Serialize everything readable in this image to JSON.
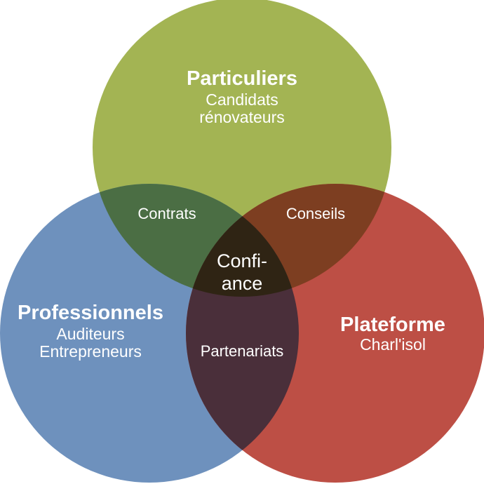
{
  "colors": {
    "particuliers": "#a3b453",
    "professionnels": "#6e91bd",
    "plateforme": "#bd4f45",
    "contrats": "#4b6e44",
    "conseils": "#7d3e21",
    "partenariats": "#4a2f3a",
    "confiance": "#2f2414"
  },
  "sets": {
    "particuliers": {
      "title": "Particuliers",
      "line1": "Candidats",
      "line2": "rénovateurs"
    },
    "professionnels": {
      "title": "Professionnels",
      "line1": "Auditeurs",
      "line2": "Entrepreneurs"
    },
    "plateforme": {
      "title": "Plateforme",
      "line1": "Charl'isol"
    }
  },
  "overlaps": {
    "contrats": "Contrats",
    "conseils": "Conseils",
    "partenariats": "Partenariats"
  },
  "center": {
    "line1": "Confi-",
    "line2": "ance"
  }
}
